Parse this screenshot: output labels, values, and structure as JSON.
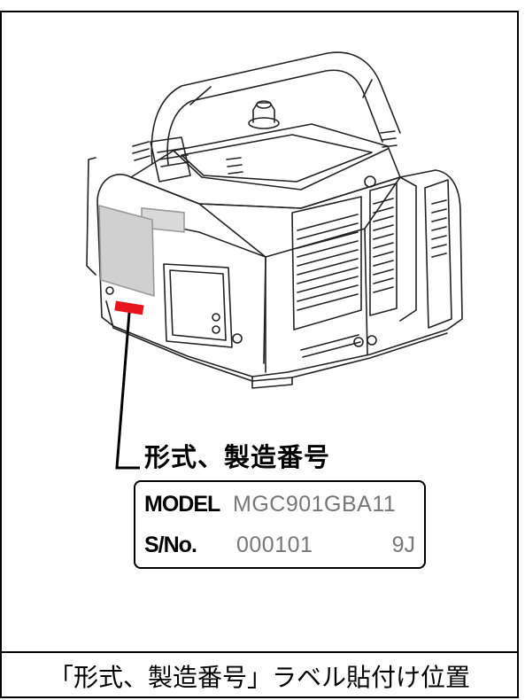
{
  "heading": "形式、製造番号",
  "nameplate": {
    "model_label": "MODEL",
    "model_value": "MGC901GBA11",
    "serial_label": "S/No.",
    "serial_value": "000101",
    "lot_code": "9J"
  },
  "caption": "「形式、製造番号」ラベル貼付け位置",
  "colors": {
    "label_marker": "#e8141b",
    "line": "#000000",
    "value_text": "#777777"
  }
}
